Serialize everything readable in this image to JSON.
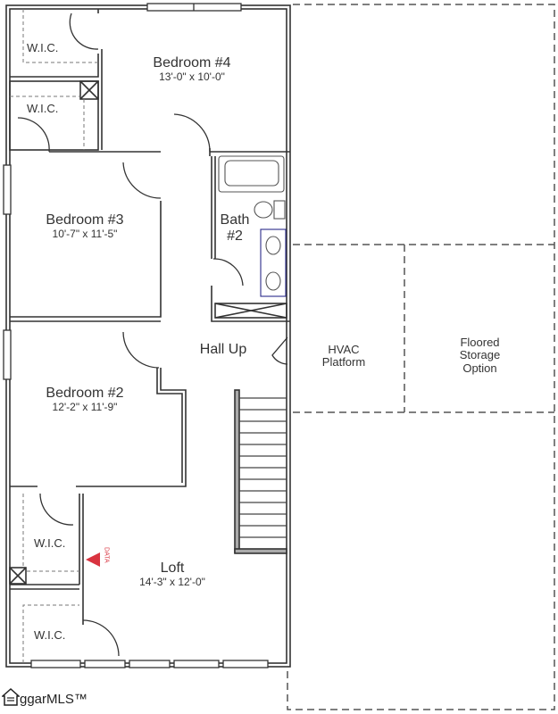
{
  "plan": {
    "rooms": [
      {
        "id": "bedroom-4",
        "name": "Bedroom #4",
        "dims": "13'-0\" x 10'-0\""
      },
      {
        "id": "bedroom-3",
        "name": "Bedroom #3",
        "dims": "10'-7\" x 11'-5\""
      },
      {
        "id": "bedroom-2",
        "name": "Bedroom #2",
        "dims": "12'-2\" x 11'-9\""
      },
      {
        "id": "loft",
        "name": "Loft",
        "dims": "14'-3\" x 12'-0\""
      }
    ],
    "bath": {
      "line1": "Bath",
      "line2": "#2"
    },
    "hall": "Hall Up",
    "closets": [
      "W.I.C.",
      "W.I.C.",
      "W.I.C.",
      "W.I.C."
    ],
    "hvac": {
      "line1": "HVAC",
      "line2": "Platform"
    },
    "storage": {
      "line1": "Floored",
      "line2": "Storage",
      "line3": "Option"
    },
    "data_marker": "DATA"
  },
  "colors": {
    "wall": "#333333",
    "dashed": "#555555",
    "vanity": "#2a2a8a",
    "marker": "#d9333f"
  },
  "watermark": {
    "text": "ggarMLS™"
  }
}
